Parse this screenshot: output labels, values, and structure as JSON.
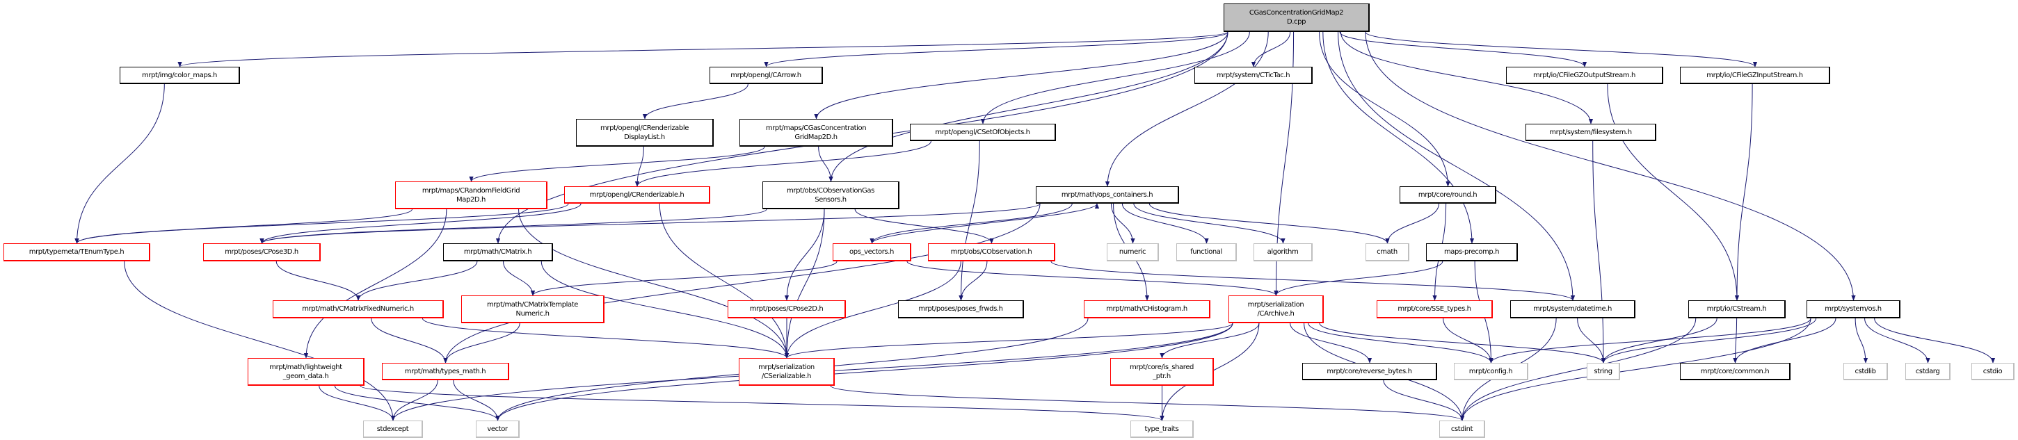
{
  "diagram": {
    "type": "include-dependency-graph",
    "colors": {
      "edge": "#191970",
      "documented_border": "#000000",
      "truncated_border": "#ff0000",
      "system_border": "#bfbfbf",
      "root_fill": "#bfbfbf"
    },
    "nodes": [
      {
        "id": "root",
        "label": "CGasConcentrationGridMap2\nD.cpp",
        "kind": "root"
      },
      {
        "id": "color_maps",
        "label": "mrpt/img/color_maps.h",
        "kind": "documented"
      },
      {
        "id": "carrow",
        "label": "mrpt/opengl/CArrow.h",
        "kind": "documented"
      },
      {
        "id": "crdl",
        "label": "mrpt/opengl/CRenderizable\nDisplayList.h",
        "kind": "documented"
      },
      {
        "id": "cgash",
        "label": "mrpt/maps/CGasConcentration\nGridMap2D.h",
        "kind": "documented"
      },
      {
        "id": "csetofobjects",
        "label": "mrpt/opengl/CSetOfObjects.h",
        "kind": "documented"
      },
      {
        "id": "ctictac",
        "label": "mrpt/system/CTicTac.h",
        "kind": "documented"
      },
      {
        "id": "cfilegzout",
        "label": "mrpt/io/CFileGZOutputStream.h",
        "kind": "documented"
      },
      {
        "id": "cfilegzin",
        "label": "mrpt/io/CFileGZInputStream.h",
        "kind": "documented"
      },
      {
        "id": "filesystem",
        "label": "mrpt/system/filesystem.h",
        "kind": "documented"
      },
      {
        "id": "ops_containers",
        "label": "mrpt/math/ops_containers.h",
        "kind": "documented"
      },
      {
        "id": "round",
        "label": "mrpt/core/round.h",
        "kind": "documented"
      },
      {
        "id": "crandomfield",
        "label": "mrpt/maps/CRandomFieldGrid\nMap2D.h",
        "kind": "truncated"
      },
      {
        "id": "crenderizable",
        "label": "mrpt/opengl/CRenderizable.h",
        "kind": "truncated"
      },
      {
        "id": "cobsgas",
        "label": "mrpt/obs/CObservationGas\nSensors.h",
        "kind": "documented"
      },
      {
        "id": "tenumtype",
        "label": "mrpt/typemeta/TEnumType.h",
        "kind": "truncated"
      },
      {
        "id": "cpose3d",
        "label": "mrpt/poses/CPose3D.h",
        "kind": "truncated"
      },
      {
        "id": "cmatrix",
        "label": "mrpt/math/CMatrix.h",
        "kind": "documented"
      },
      {
        "id": "ops_vectors",
        "label": "ops_vectors.h",
        "kind": "truncated"
      },
      {
        "id": "cobservation",
        "label": "mrpt/obs/CObservation.h",
        "kind": "truncated"
      },
      {
        "id": "numeric",
        "label": "numeric",
        "kind": "system"
      },
      {
        "id": "functional",
        "label": "functional",
        "kind": "system"
      },
      {
        "id": "algorithm",
        "label": "algorithm",
        "kind": "system"
      },
      {
        "id": "cmath",
        "label": "cmath",
        "kind": "system"
      },
      {
        "id": "maps_precomp",
        "label": "maps-precomp.h",
        "kind": "documented"
      },
      {
        "id": "cmfixed",
        "label": "mrpt/math/CMatrixFixedNumeric.h",
        "kind": "truncated"
      },
      {
        "id": "cmtemplate",
        "label": "mrpt/math/CMatrixTemplate\nNumeric.h",
        "kind": "truncated"
      },
      {
        "id": "cpose2d",
        "label": "mrpt/poses/CPose2D.h",
        "kind": "truncated"
      },
      {
        "id": "poses_frwds",
        "label": "mrpt/poses/poses_frwds.h",
        "kind": "documented"
      },
      {
        "id": "chistogram",
        "label": "mrpt/math/CHistogram.h",
        "kind": "truncated"
      },
      {
        "id": "carchive",
        "label": "mrpt/serialization\n/CArchive.h",
        "kind": "truncated"
      },
      {
        "id": "sse_types",
        "label": "mrpt/core/SSE_types.h",
        "kind": "truncated"
      },
      {
        "id": "datetime",
        "label": "mrpt/system/datetime.h",
        "kind": "documented"
      },
      {
        "id": "cstream",
        "label": "mrpt/io/CStream.h",
        "kind": "documented"
      },
      {
        "id": "os",
        "label": "mrpt/system/os.h",
        "kind": "documented"
      },
      {
        "id": "lightweight",
        "label": "mrpt/math/lightweight\n_geom_data.h",
        "kind": "truncated"
      },
      {
        "id": "types_math",
        "label": "mrpt/math/types_math.h",
        "kind": "truncated"
      },
      {
        "id": "cserializable",
        "label": "mrpt/serialization\n/CSerializable.h",
        "kind": "truncated"
      },
      {
        "id": "is_shared_ptr",
        "label": "mrpt/core/is_shared\n_ptr.h",
        "kind": "truncated"
      },
      {
        "id": "reverse_bytes",
        "label": "mrpt/core/reverse_bytes.h",
        "kind": "documented"
      },
      {
        "id": "config",
        "label": "mrpt/config.h",
        "kind": "system"
      },
      {
        "id": "string",
        "label": "string",
        "kind": "system"
      },
      {
        "id": "common",
        "label": "mrpt/core/common.h",
        "kind": "documented"
      },
      {
        "id": "cstdlib",
        "label": "cstdlib",
        "kind": "system"
      },
      {
        "id": "cstdarg",
        "label": "cstdarg",
        "kind": "system"
      },
      {
        "id": "cstdio",
        "label": "cstdio",
        "kind": "system"
      },
      {
        "id": "stdexcept",
        "label": "stdexcept",
        "kind": "system"
      },
      {
        "id": "vector",
        "label": "vector",
        "kind": "system"
      },
      {
        "id": "type_traits",
        "label": "type_traits",
        "kind": "system"
      },
      {
        "id": "cstdint",
        "label": "cstdint",
        "kind": "system"
      }
    ],
    "edges": [
      [
        "root",
        "color_maps"
      ],
      [
        "root",
        "carrow"
      ],
      [
        "root",
        "cgash"
      ],
      [
        "root",
        "csetofobjects"
      ],
      [
        "root",
        "ctictac"
      ],
      [
        "root",
        "ops_containers"
      ],
      [
        "root",
        "carchive"
      ],
      [
        "root",
        "round"
      ],
      [
        "root",
        "maps_precomp"
      ],
      [
        "root",
        "datetime"
      ],
      [
        "root",
        "filesystem"
      ],
      [
        "root",
        "cfilegzout"
      ],
      [
        "root",
        "cfilegzin"
      ],
      [
        "root",
        "os"
      ],
      [
        "root",
        "cmatrix"
      ],
      [
        "root",
        "cobsgas"
      ],
      [
        "color_maps",
        "tenumtype"
      ],
      [
        "carrow",
        "crdl"
      ],
      [
        "crdl",
        "crenderizable"
      ],
      [
        "cgash",
        "crandomfield"
      ],
      [
        "cgash",
        "cobsgas"
      ],
      [
        "csetofobjects",
        "crenderizable"
      ],
      [
        "csetofobjects",
        "poses_frwds"
      ],
      [
        "crandomfield",
        "tenumtype"
      ],
      [
        "crandomfield",
        "cserializable"
      ],
      [
        "crandomfield",
        "lightweight"
      ],
      [
        "crenderizable",
        "cpose3d"
      ],
      [
        "crenderizable",
        "cserializable"
      ],
      [
        "crenderizable",
        "tenumtype"
      ],
      [
        "cobsgas",
        "cpose3d"
      ],
      [
        "cobsgas",
        "cpose2d"
      ],
      [
        "cobsgas",
        "cobservation"
      ],
      [
        "cobsgas",
        "cserializable"
      ],
      [
        "ops_containers",
        "numeric"
      ],
      [
        "ops_containers",
        "functional"
      ],
      [
        "ops_containers",
        "algorithm"
      ],
      [
        "ops_containers",
        "cmath"
      ],
      [
        "ops_containers",
        "ops_vectors"
      ],
      [
        "ops_containers",
        "chistogram"
      ],
      [
        "ops_containers",
        "types_math"
      ],
      [
        "ops_containers",
        "cpose3d"
      ],
      [
        "ops_vectors",
        "ops_containers"
      ],
      [
        "ops_vectors",
        "cmtemplate"
      ],
      [
        "ops_vectors",
        "carchive"
      ],
      [
        "cobservation",
        "poses_frwds"
      ],
      [
        "cobservation",
        "cserializable"
      ],
      [
        "cobservation",
        "datetime"
      ],
      [
        "cmatrix",
        "cmfixed"
      ],
      [
        "cmatrix",
        "cmtemplate"
      ],
      [
        "cmatrix",
        "cserializable"
      ],
      [
        "cpose3d",
        "cmfixed"
      ],
      [
        "cmfixed",
        "types_math"
      ],
      [
        "cmfixed",
        "cserializable"
      ],
      [
        "cmtemplate",
        "types_math"
      ],
      [
        "cpose2d",
        "cserializable"
      ],
      [
        "chistogram",
        "vector"
      ],
      [
        "carchive",
        "cserializable"
      ],
      [
        "carchive",
        "is_shared_ptr"
      ],
      [
        "carchive",
        "type_traits"
      ],
      [
        "carchive",
        "cstdint"
      ],
      [
        "carchive",
        "reverse_bytes"
      ],
      [
        "carchive",
        "config"
      ],
      [
        "carchive",
        "string"
      ],
      [
        "carchive",
        "vector"
      ],
      [
        "carchive",
        "stdexcept"
      ],
      [
        "maps_precomp",
        "carchive"
      ],
      [
        "maps_precomp",
        "config"
      ],
      [
        "round",
        "cmath"
      ],
      [
        "round",
        "sse_types"
      ],
      [
        "sse_types",
        "config"
      ],
      [
        "datetime",
        "cstdint"
      ],
      [
        "datetime",
        "string"
      ],
      [
        "filesystem",
        "string"
      ],
      [
        "cfilegzout",
        "cstream"
      ],
      [
        "cfilegzin",
        "cstream"
      ],
      [
        "cstream",
        "string"
      ],
      [
        "cstream",
        "common"
      ],
      [
        "cstream",
        "cstdint"
      ],
      [
        "os",
        "config"
      ],
      [
        "os",
        "string"
      ],
      [
        "os",
        "common"
      ],
      [
        "os",
        "cstdlib"
      ],
      [
        "os",
        "cstdarg"
      ],
      [
        "os",
        "cstdio"
      ],
      [
        "os",
        "cstdint"
      ],
      [
        "reverse_bytes",
        "cstdint"
      ],
      [
        "is_shared_ptr",
        "type_traits"
      ],
      [
        "cserializable",
        "cstdint"
      ],
      [
        "lightweight",
        "stdexcept"
      ],
      [
        "lightweight",
        "vector"
      ],
      [
        "lightweight",
        "type_traits"
      ],
      [
        "types_math",
        "stdexcept"
      ],
      [
        "types_math",
        "vector"
      ],
      [
        "tenumtype",
        "stdexcept"
      ]
    ]
  }
}
